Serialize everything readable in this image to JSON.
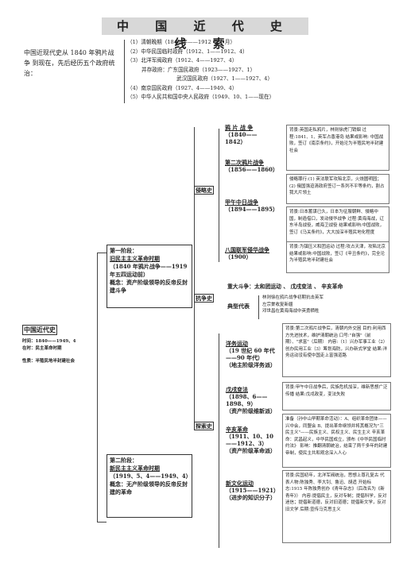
{
  "title": "中 国 近 代 史 线 索",
  "intro": "中国近现代史从 1840 年鸦片战争 到现在，先后经历五个政府统治：",
  "regimes": [
    "（1）清朝晚期（1840 年——1912 年 1 月）",
    "（2）中华民国临时政府（1912、1——1912、4）",
    "（3）北洋军阀政府（1912、4——1927、4）",
    "并存政府：广东国民政府（1923——1927、1）",
    "武汉国民政府（1927、1——1927、4）",
    "（4）南京国民政府（1927、4——1949、4）",
    "（5）中华人民共和国中央人民政府（1949、10、1——现在）"
  ],
  "root": {
    "title": "中国近代史",
    "time": "时间：1840——1949、4",
    "qualifier": "在时：民主革命时期",
    "nature": "性质：半殖民地半封建社会"
  },
  "stage1": {
    "title": "第一阶段：",
    "name": "旧民主主义革命时期",
    "span": "（1840 年鸦片战争——1919 年五四运动前）",
    "desc": "概念：资产阶级领导的反帝反封建斗争"
  },
  "stage2": {
    "title": "第二阶段：",
    "name": "新民主主义革命时期",
    "span": "（1919、5、4——1949、4）",
    "desc": "概念：无产阶级领导的反帝反封建的革命"
  },
  "categories": {
    "aggression": "侵略史",
    "resistance": "抗争史",
    "exploration": "探索史"
  },
  "aggression": [
    {
      "name": "鸦 片 战 争",
      "span": "（1840——1842）",
      "detail": "背景:英国走私鸦片，林则徐虎门销烟 过程:1841、1、英军占香港岛 结果或影响: 中国战败，签订《南京条约》，开始沦为半殖民地半封建社会"
    },
    {
      "name": "第二次鸦片战争",
      "span": "（1856——1860）",
      "detail": "侵略罪行:(1) 英法联军攻陷北京，火烧圆明园；(2) 俄国强迫清政府签订一系列不平等条约，割占我大片领土"
    },
    {
      "name": "甲午中日战争",
      "span": "（1894——1895）",
      "detail": "背景:日本蓄谋已久，日本为征服朝鲜、侵略中国，制造借口，发动侵华战争 过程:黄海海战，辽东半岛战役，威海卫战役 结果或影响:中国战败，签订《马关条约》，大大加深半殖民地化程度"
    },
    {
      "name": "八国联军侵华战争",
      "span": "（1900）",
      "detail": "背景:为镇压义和团运动 过程:攻占天津，攻陷北京 结果或影响:中国战败，签订《辛丑条约》，完全沦为半殖民地半封建社会"
    }
  ],
  "resistance": {
    "main": "重大斗争：太和团运动 、 戊戌变法 、 辛亥革命",
    "typical": "典型代表",
    "people": [
      "林则徐在鸦片战争初期抗击英军",
      "左宗棠收复新疆",
      "邓世昌在黄海海战中英勇牺牲"
    ]
  },
  "exploration": [
    {
      "name": "洋务运动",
      "span": "（19 世纪 60 年代——90 年代）",
      "tag": "（地主阶级洋务派）",
      "detail": "背景:第二次鸦片战争后，清朝内外交困 目的:利用西方先进技术，维护清朝统治 口号:\"自强\"（前期）、\"求富\"（后期） 内容:（1）兴办军事工业（2）创办民用工业（3）筹划海防，兴办新式学堂 结果:洋务运动没有使中国走上富强道路"
    },
    {
      "name": "戊戌变法",
      "span": "（1898、6——1898、9）",
      "tag": "（资产阶级维新派）",
      "detail": "背景:甲午中日战争后，民族危机加深，维新思想广泛传播 结果:戊戌政变，变法失败"
    },
    {
      "name": "辛亥革命",
      "span": "（1911、10、10——1912、3）",
      "tag": "（资产阶级革命派）",
      "detail": "准备（孙中山早期革命活动）：A、组织革命团体——兴中会，同盟会 B、提出革命纲领并将其概况为\"三民主义\"——民族主义、民权主义、民生主义 辛亥革命：武昌起义，中华民国成立，颁布《中华民国临时约法》 影响：推翻清朝统治，结束了两千多年的封建帝制，使民主共和观念深入人心"
    },
    {
      "name": "新文化运动",
      "span": "（1915——1921）",
      "tag": "（进步的知识分子）",
      "detail": "背景:民国初年，北洋军阀统治，思想上尊孔复古 代表人物:陈独秀、李大钊、鲁迅、胡适 开始标志:1915 年陈独秀创办《青年杂志》（后改名为《新青年》） 内容:提倡民主，反对专制；提倡科学，反对迷信；提倡新道德，反对旧道德；提倡新文学，反对旧文学 后期:宣传马克思主义"
    }
  ]
}
